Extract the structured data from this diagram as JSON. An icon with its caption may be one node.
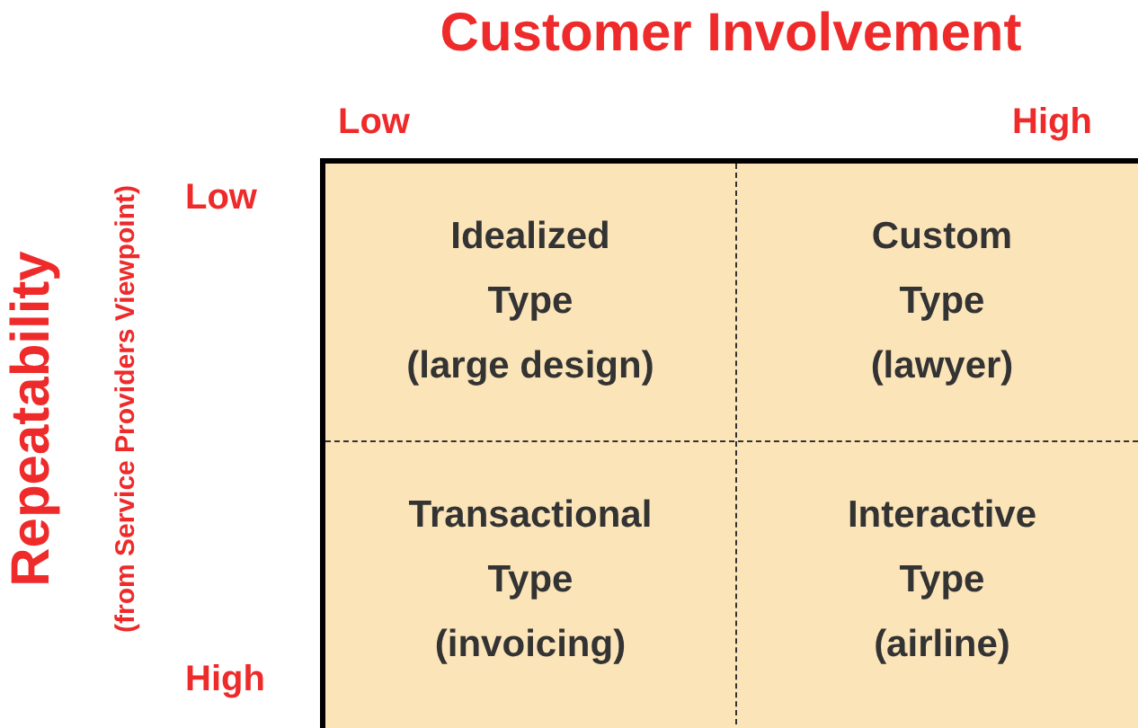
{
  "diagram": {
    "nodes": [
      {
        "text": [
          "Idealized",
          "Type",
          "(large design)"
        ]
      },
      {
        "text": [
          "Custom",
          "Type",
          "(lawyer)"
        ]
      },
      {
        "text": [
          "Transactional",
          "Type",
          "(invoicing)"
        ]
      },
      {
        "text": [
          "Interactive",
          "Type",
          "(airline)"
        ]
      }
    ],
    "labels": [
      "Customer Involvement",
      "Low",
      "High",
      "Repeatability",
      "(from Service Providers Viewpoint)",
      "Low",
      "High"
    ]
  }
}
